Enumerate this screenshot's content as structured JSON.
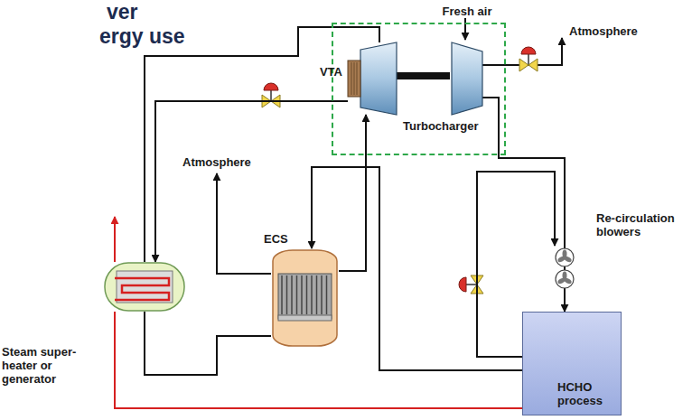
{
  "diagram": {
    "nodes": [
      {
        "text": [
          "Turbocharger"
        ]
      },
      {
        "text": [
          "VTA"
        ],
        "in": 0
      },
      {
        "text": [
          "Fresh air"
        ],
        "in": 0
      },
      {
        "text": [
          "Steam super-heater or generator"
        ]
      },
      {
        "text": [
          "ECS"
        ]
      },
      {
        "text": [
          "Re-circulation blowers"
        ]
      },
      {
        "text": [
          "HCHO process"
        ]
      }
    ],
    "edges": [
      {
        "from": 1,
        "to": 3,
        "arrow": "none"
      },
      {
        "from": 1,
        "to": 3,
        "arrow": "to"
      },
      {
        "from": 3,
        "to": 4,
        "arrow": "none"
      },
      {
        "from": 4,
        "to": 1,
        "arrow": "to"
      },
      {
        "from": 6,
        "to": 4,
        "arrow": "to"
      },
      {
        "from": 2,
        "to": 5,
        "arrow": "none"
      },
      {
        "from": 5,
        "to": 6,
        "arrow": "to"
      },
      {
        "from": 6,
        "to": 5,
        "arrow": "to"
      },
      {
        "from": 6,
        "to": 3,
        "arrow": "none"
      }
    ],
    "labels": [
      "ver",
      "ergy use",
      "Atmosphere",
      "Atmosphere"
    ]
  }
}
